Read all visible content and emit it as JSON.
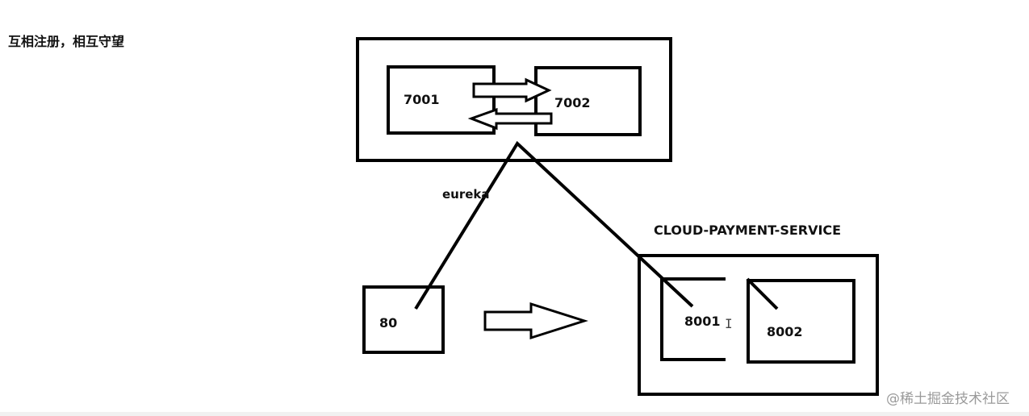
{
  "title": "互相注册，相互守望",
  "eureka_cluster": {
    "label": "eureka",
    "nodes": [
      "7001",
      "7002"
    ]
  },
  "consumer": {
    "port": "80"
  },
  "payment_service": {
    "name": "CLOUD-PAYMENT-SERVICE",
    "nodes": [
      "8001",
      "8002"
    ]
  },
  "cursor_glyph": "I",
  "watermark": "@稀土掘金技术社区",
  "colors": {
    "stroke": "#000000",
    "text": "#111111",
    "watermark": "#9a9a9a"
  }
}
